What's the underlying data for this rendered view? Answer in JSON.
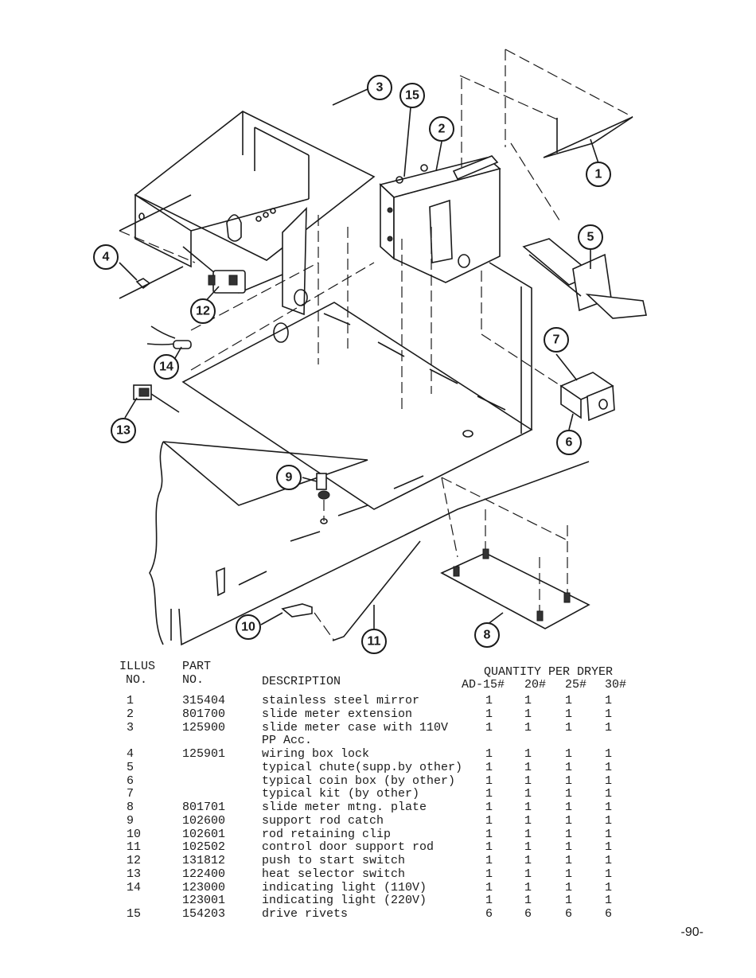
{
  "callouts": [
    {
      "label": "1"
    },
    {
      "label": "2"
    },
    {
      "label": "3"
    },
    {
      "label": "4"
    },
    {
      "label": "5"
    },
    {
      "label": "6"
    },
    {
      "label": "7"
    },
    {
      "label": "8"
    },
    {
      "label": "9"
    },
    {
      "label": "10"
    },
    {
      "label": "11"
    },
    {
      "label": "12"
    },
    {
      "label": "13"
    },
    {
      "label": "14"
    },
    {
      "label": "15"
    }
  ],
  "table": {
    "headers": {
      "illus_line1": "ILLUS",
      "illus_line2": "NO.",
      "part_line1": "PART",
      "part_line2": "NO.",
      "description": "DESCRIPTION",
      "quantity": "QUANTITY PER DRYER",
      "sizes": [
        "AD-15#",
        "20#",
        "25#",
        "30#"
      ]
    },
    "rows": [
      {
        "illus": "1",
        "part": "315404",
        "desc": "stainless steel mirror",
        "q": [
          "1",
          "1",
          "1",
          "1"
        ]
      },
      {
        "illus": "2",
        "part": "801700",
        "desc": "slide meter extension",
        "q": [
          "1",
          "1",
          "1",
          "1"
        ]
      },
      {
        "illus": "3",
        "part": "125900",
        "desc": "slide meter case with 110V",
        "q": [
          "1",
          "1",
          "1",
          "1"
        ]
      },
      {
        "illus": "",
        "part": "",
        "desc": "PP Acc.",
        "q": [
          "",
          "",
          "",
          ""
        ]
      },
      {
        "illus": "4",
        "part": "125901",
        "desc": "wiring box lock",
        "q": [
          "1",
          "1",
          "1",
          "1"
        ]
      },
      {
        "illus": "5",
        "part": "",
        "desc": "typical chute(supp.by other)",
        "q": [
          "1",
          "1",
          "1",
          "1"
        ]
      },
      {
        "illus": "6",
        "part": "",
        "desc": "typical coin box (by other)",
        "q": [
          "1",
          "1",
          "1",
          "1"
        ]
      },
      {
        "illus": "7",
        "part": "",
        "desc": "typical kit (by other)",
        "q": [
          "1",
          "1",
          "1",
          "1"
        ]
      },
      {
        "illus": "8",
        "part": "801701",
        "desc": "slide meter mtng. plate",
        "q": [
          "1",
          "1",
          "1",
          "1"
        ]
      },
      {
        "illus": "9",
        "part": "102600",
        "desc": "support rod catch",
        "q": [
          "1",
          "1",
          "1",
          "1"
        ]
      },
      {
        "illus": "10",
        "part": "102601",
        "desc": "rod retaining clip",
        "q": [
          "1",
          "1",
          "1",
          "1"
        ]
      },
      {
        "illus": "11",
        "part": "102502",
        "desc": "control door support rod",
        "q": [
          "1",
          "1",
          "1",
          "1"
        ]
      },
      {
        "illus": "12",
        "part": "131812",
        "desc": "push to start switch",
        "q": [
          "1",
          "1",
          "1",
          "1"
        ]
      },
      {
        "illus": "13",
        "part": "122400",
        "desc": "heat selector switch",
        "q": [
          "1",
          "1",
          "1",
          "1"
        ]
      },
      {
        "illus": "14",
        "part": "123000",
        "desc": "indicating light (110V)",
        "q": [
          "1",
          "1",
          "1",
          "1"
        ]
      },
      {
        "illus": "",
        "part": "123001",
        "desc": "indicating light (220V)",
        "q": [
          "1",
          "1",
          "1",
          "1"
        ]
      },
      {
        "illus": "15",
        "part": "154203",
        "desc": "drive rivets",
        "q": [
          "6",
          "6",
          "6",
          "6"
        ]
      }
    ]
  },
  "page_number": "-90-"
}
